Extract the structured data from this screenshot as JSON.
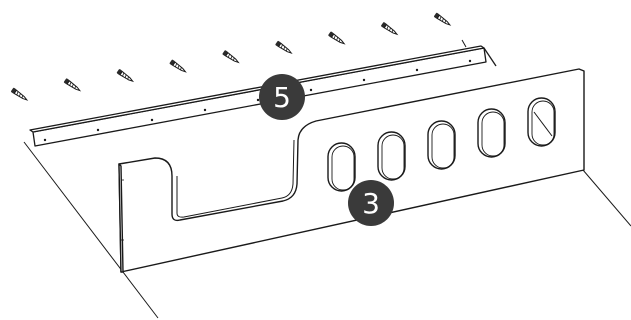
{
  "diagram": {
    "parts": [
      {
        "label": "5",
        "part": "rail"
      },
      {
        "label": "3",
        "part": "side-panel"
      }
    ],
    "screw_count": 9,
    "colors": {
      "line": "#1a1a1a",
      "badge": "#3a3a3a",
      "badge_text": "#ffffff",
      "background": "#ffffff"
    },
    "icons": [
      "screw-icon"
    ]
  }
}
